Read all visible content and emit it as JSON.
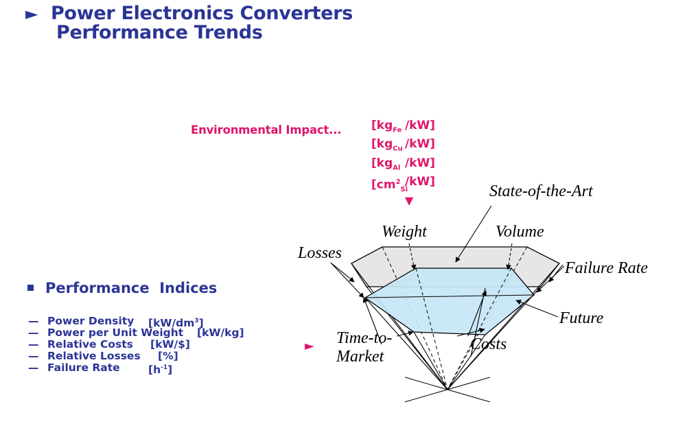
{
  "title": {
    "line1": "Power Electronics Converters",
    "line2": "Performance Trends"
  },
  "environmental": {
    "label": "Environmental Impact...",
    "units": [
      {
        "open": "[kg",
        "sub": "Fe",
        "sup": "",
        "rest": "/kW]"
      },
      {
        "open": "[kg",
        "sub": "Cu",
        "sup": "",
        "rest": "/kW]"
      },
      {
        "open": "[kg",
        "sub": "Al",
        "sup": "",
        "rest": "/kW]"
      },
      {
        "open": "[cm",
        "sub": "Si",
        "sup": "2",
        "rest": "/kW]"
      }
    ]
  },
  "performance": {
    "heading": "Performance  Indices",
    "items": [
      {
        "name": "Power Density",
        "unit": "[kW/dm",
        "sup": "3",
        "unit_end": "]"
      },
      {
        "name": "Power per Unit Weight",
        "unit": "[kW/kg]",
        "sup": "",
        "unit_end": ""
      },
      {
        "name": "Relative Costs",
        "unit": "[kW/$]",
        "sup": "",
        "unit_end": ""
      },
      {
        "name": "Relative Losses",
        "unit": "[%]",
        "sup": "",
        "unit_end": ""
      },
      {
        "name": "Failure Rate",
        "unit": "[h",
        "sup": "-1",
        "unit_end": "]"
      }
    ]
  },
  "diagram": {
    "labels": {
      "state_of_the_art": "State-of-the-Art",
      "weight": "Weight",
      "volume": "Volume",
      "losses": "Losses",
      "failure_rate": "Failure Rate",
      "future": "Future",
      "time_to_market_1": "Time-to-",
      "time_to_market_2": "Market",
      "costs": "Costs"
    }
  },
  "colors": {
    "title": "#2b3596",
    "accent": "#e0156b",
    "outer_face": "#e6e6e6",
    "inner_face": "#c7e6f5"
  }
}
